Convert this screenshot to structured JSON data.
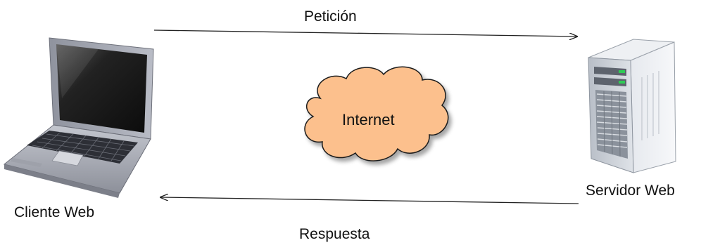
{
  "diagram": {
    "request_label": "Petición",
    "response_label": "Respuesta",
    "client_label": "Cliente Web",
    "server_label": "Servidor Web",
    "cloud_label": "Internet"
  },
  "icons": {
    "client": "laptop-icon",
    "server": "server-tower-icon",
    "network": "cloud-icon"
  },
  "colors": {
    "cloud_fill": "#fcc08d",
    "cloud_stroke": "#1a1a1a",
    "arrow": "#222222",
    "server_body": "#c7ccd3",
    "laptop_body": "#a9acb6",
    "screen": "#151515"
  }
}
